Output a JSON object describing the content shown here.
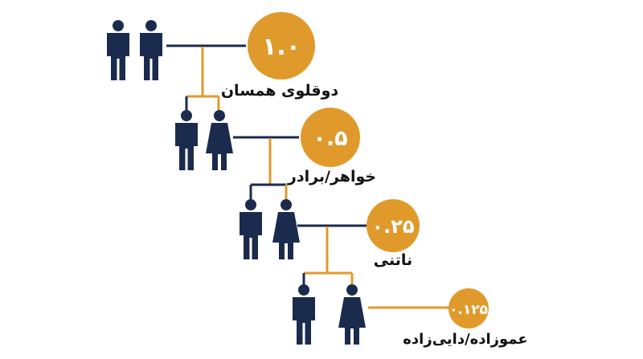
{
  "colors": {
    "navy": "#1b2b4d",
    "gold": "#e09a2b",
    "text": "#111111",
    "white": "#ffffff"
  },
  "levels": [
    {
      "value": "۱.۰",
      "label": "دوقلوی همسان",
      "left_icon": "man-icon",
      "right_icon": "man-icon"
    },
    {
      "value": "۰.۵",
      "label": "خواهر/برادر",
      "left_icon": "man-icon",
      "right_icon": "woman-icon"
    },
    {
      "value": "۰.۲۵",
      "label": "ناتنی",
      "left_icon": "man-icon",
      "right_icon": "woman-icon"
    },
    {
      "value": "۰.۱۲۵",
      "label": "عموزاده/دایی‌زاده",
      "left_icon": "man-icon",
      "right_icon": "woman-icon"
    }
  ]
}
